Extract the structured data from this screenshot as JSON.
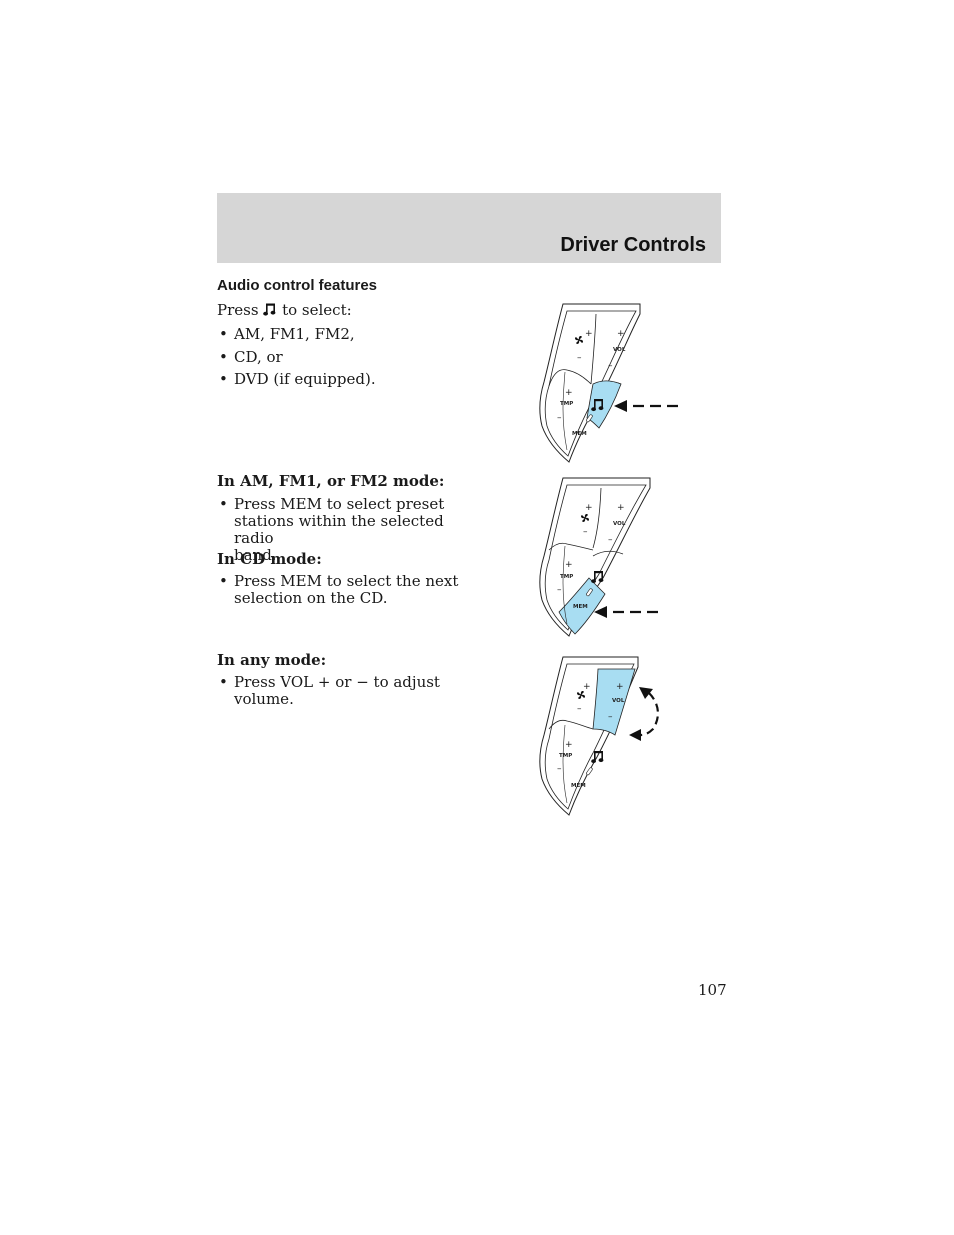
{
  "header": {
    "title": "Driver Controls"
  },
  "section": {
    "heading": "Audio control features"
  },
  "intro": {
    "press_prefix": "Press",
    "press_suffix": "to select:",
    "icon": "music-note-icon"
  },
  "sources": [
    "AM, FM1, FM2,",
    "CD, or",
    "DVD (if equipped)."
  ],
  "radio_mode": {
    "heading": "In AM, FM1, or FM2 mode:",
    "bullet_lines": [
      "Press MEM to select preset",
      "stations within the selected radio",
      "band."
    ]
  },
  "cd_mode": {
    "heading": "In CD mode:",
    "bullet_lines": [
      "Press MEM to select the next",
      "selection on the CD."
    ]
  },
  "any_mode": {
    "heading": "In any mode:",
    "bullet_lines": [
      "Press VOL + or − to adjust",
      "volume."
    ]
  },
  "control_labels": {
    "plus": "+",
    "minus": "–",
    "vol": "VOL",
    "tmp": "TMP",
    "mem": "MEM"
  },
  "colors": {
    "highlight": "#a8ddf2",
    "header_band": "#d6d6d6"
  },
  "page_number": "107"
}
